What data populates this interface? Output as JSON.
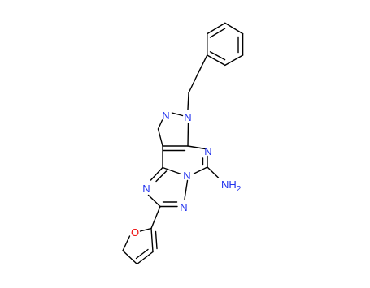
{
  "figure": {
    "atoms": [
      {
        "id": "n_pyrazole_1",
        "label": "N"
      },
      {
        "id": "n_pyrazole_2",
        "label": "N"
      },
      {
        "id": "n_pyrimidine",
        "label": "N"
      },
      {
        "id": "n_bridge",
        "label": "N"
      },
      {
        "id": "n_triazole_1",
        "label": "N"
      },
      {
        "id": "n_triazole_2",
        "label": "N"
      },
      {
        "id": "o_furan",
        "label": "O"
      }
    ],
    "substituent": {
      "id": "amino",
      "label": "NH",
      "subscript": "2"
    },
    "colors": {
      "bond": "#000000",
      "nitrogen": "#2233ee",
      "oxygen": "#ee1111",
      "background": "#ffffff"
    }
  }
}
